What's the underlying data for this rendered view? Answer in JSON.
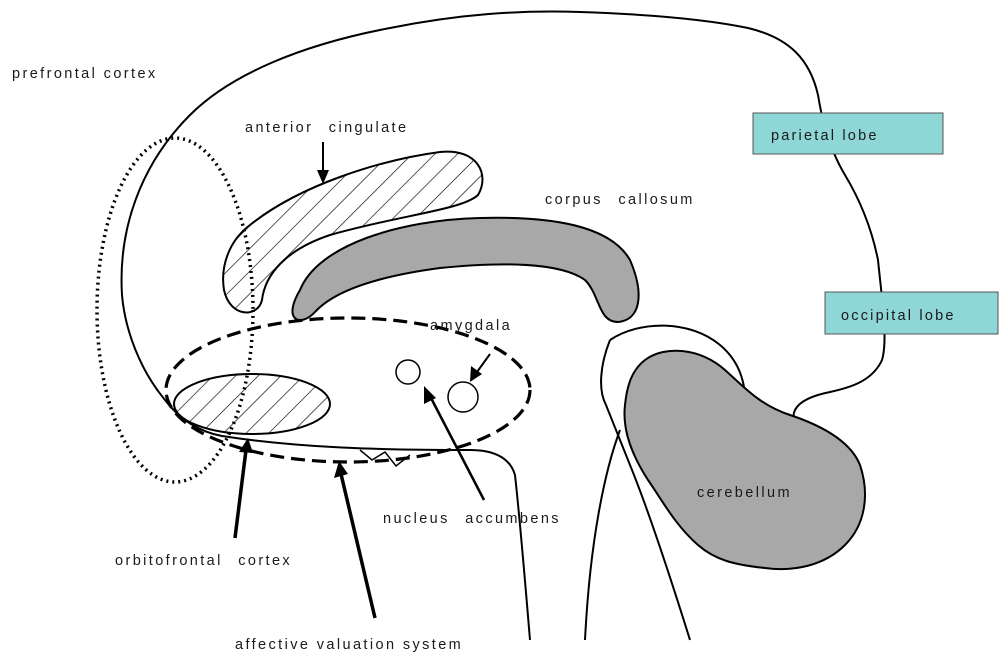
{
  "labels": {
    "prefrontal_cortex": "prefrontal cortex",
    "anterior_cingulate": "anterior cingulate",
    "corpus_callosum": "corpus callosum",
    "parietal_lobe": "parietal lobe",
    "occipital_lobe": "occipital lobe",
    "amygdala": "amygdala",
    "nucleus_accumbens": "nucleus accumbens",
    "cerebellum": "cerebellum",
    "orbitofrontal_cortex": "orbitofrontal cortex",
    "affective_valuation_system": "affective valuation system"
  },
  "colors": {
    "outline": "#000000",
    "gray_structure": "#a8a8a8",
    "lobe_box": "#8fd6d6"
  }
}
